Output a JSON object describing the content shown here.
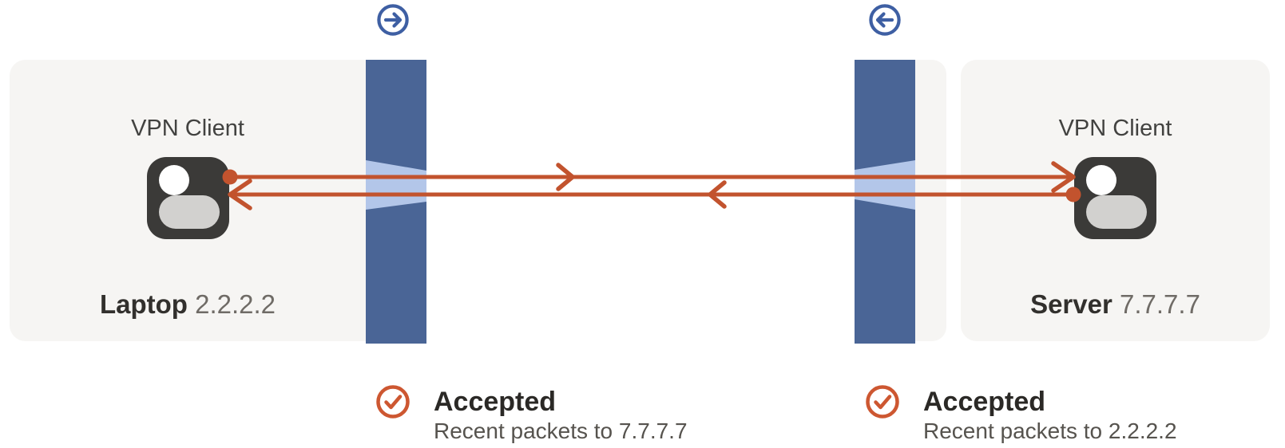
{
  "endpoints": {
    "laptop": {
      "label": "VPN Client",
      "name": "Laptop",
      "ip": "2.2.2.2",
      "icon": "user-icon"
    },
    "server": {
      "label": "VPN Client",
      "name": "Server",
      "ip": "7.7.7.7",
      "icon": "user-icon"
    }
  },
  "firewalls": {
    "left": {
      "direction_icon": "arrow-right-circle-icon",
      "status_icon": "check-circle-icon",
      "status_title": "Accepted",
      "status_detail": "Recent packets to 7.7.7.7"
    },
    "right": {
      "direction_icon": "arrow-left-circle-icon",
      "status_icon": "check-circle-icon",
      "status_title": "Accepted",
      "status_detail": "Recent packets to 2.2.2.2"
    }
  },
  "connections": {
    "forward": {
      "from": "Laptop",
      "to": "Server",
      "direction": "right"
    },
    "reverse": {
      "from": "Server",
      "to": "Laptop",
      "direction": "left"
    }
  },
  "colors": {
    "packet_orange": "#c2532e",
    "check_orange": "#cd5731",
    "firewall_blue": "#4a6596",
    "firewall_gap_blue": "#b3c6e9",
    "direction_icon_blue": "#3e5fa3",
    "panel_background": "#f6f5f3",
    "node_icon_dark": "#3b3a38"
  }
}
